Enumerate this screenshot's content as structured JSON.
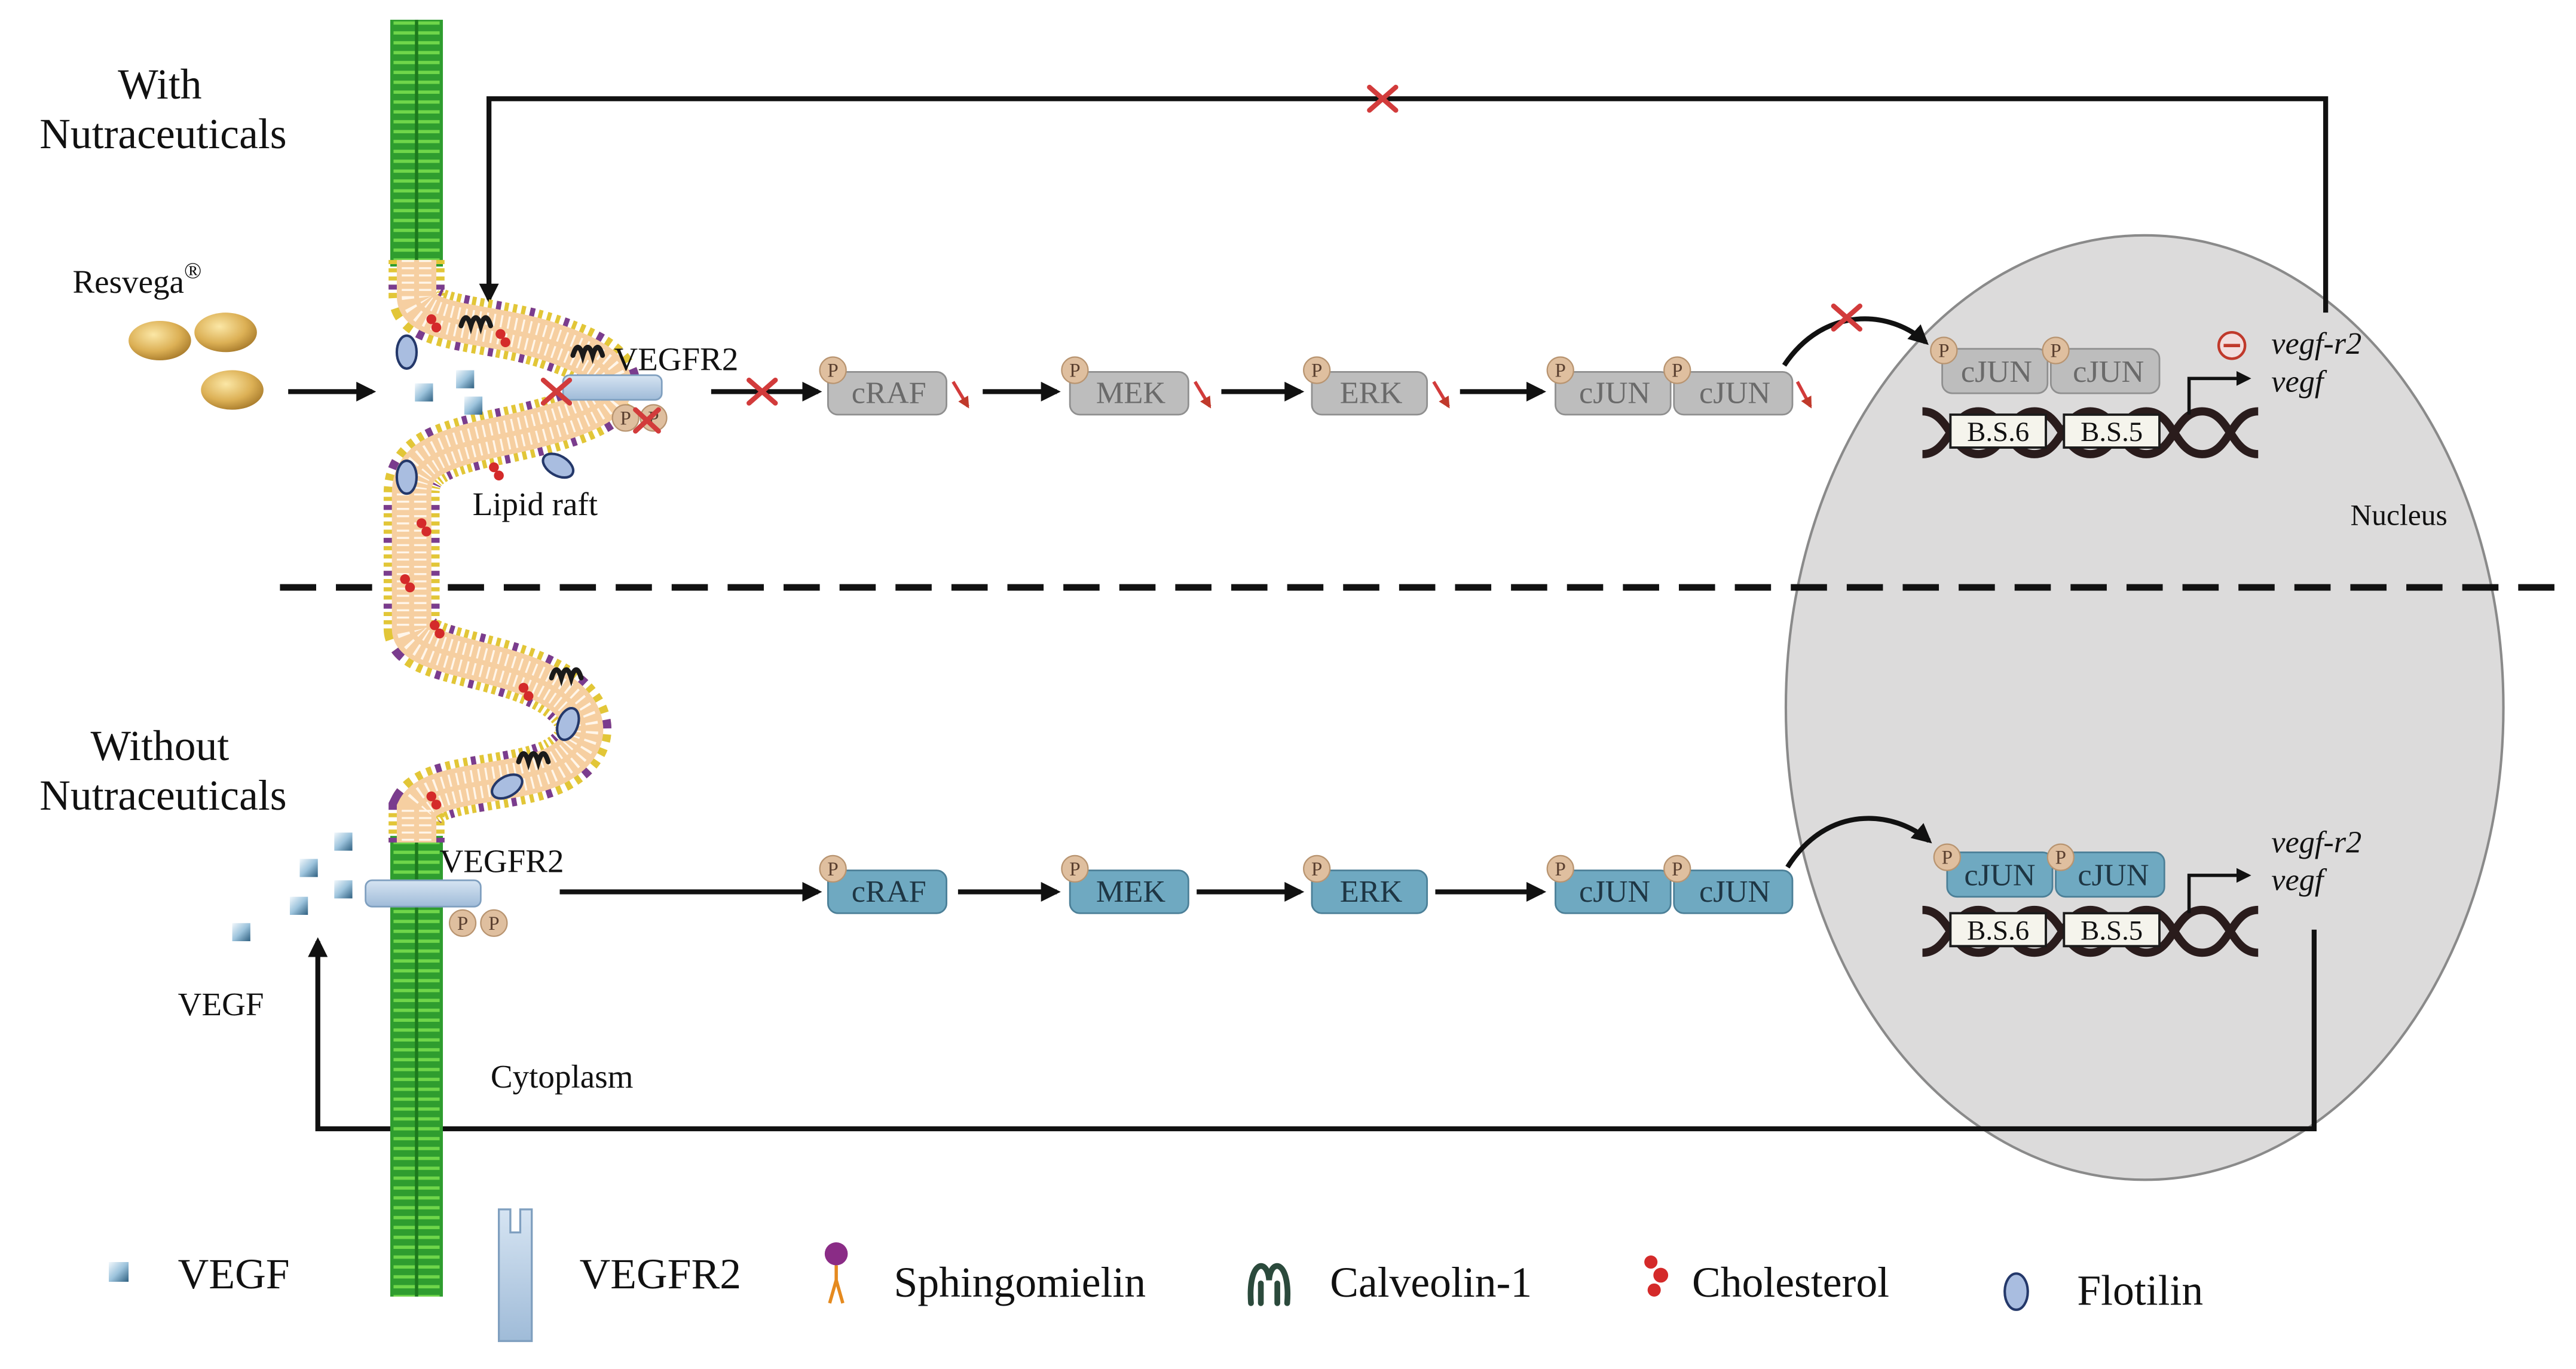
{
  "top_panel": {
    "heading": [
      "With",
      "Nutraceuticals"
    ],
    "compound": {
      "name": "Resvega",
      "mark": "®"
    },
    "receptor_label": "VEGFR2",
    "raft_label": "Lipid raft",
    "pathway": [
      "cRAF",
      "MEK",
      "ERK",
      "cJUN",
      "cJUN"
    ],
    "nuclear_factors": [
      "cJUN",
      "cJUN"
    ],
    "binding_sites": [
      "B.S.6",
      "B.S.5"
    ],
    "genes": [
      "vegf-r2",
      "vegf"
    ]
  },
  "bottom_panel": {
    "heading": [
      "Without",
      "Nutraceuticals"
    ],
    "receptor_label": "VEGFR2",
    "ligand_label": "VEGF",
    "pathway": [
      "cRAF",
      "MEK",
      "ERK",
      "cJUN",
      "cJUN"
    ],
    "nuclear_factors": [
      "cJUN",
      "cJUN"
    ],
    "binding_sites": [
      "B.S.6",
      "B.S.5"
    ],
    "genes": [
      "vegf-r2",
      "vegf"
    ]
  },
  "compartments": {
    "nucleus": "Nucleus",
    "cytoplasm": "Cytoplasm"
  },
  "phospho_mark": "P",
  "legend": [
    {
      "label": "VEGF",
      "icon": "vegf-cube-icon"
    },
    {
      "label": "VEGFR2",
      "icon": "receptor-icon"
    },
    {
      "label": "Sphingomielin",
      "icon": "sphingomyelin-icon"
    },
    {
      "label": "Calveolin-1",
      "icon": "caveolin-icon"
    },
    {
      "label": "Cholesterol",
      "icon": "cholesterol-icon"
    },
    {
      "label": "Flotilin",
      "icon": "flotillin-icon"
    }
  ],
  "colors": {
    "inhibited_protein": "#bdbdbd",
    "active_protein": "#6fa9c1",
    "inhibition_mark": "#d23b3b",
    "nucleus": "#dcdbdb",
    "membrane_raft": "#f6cfa1"
  }
}
